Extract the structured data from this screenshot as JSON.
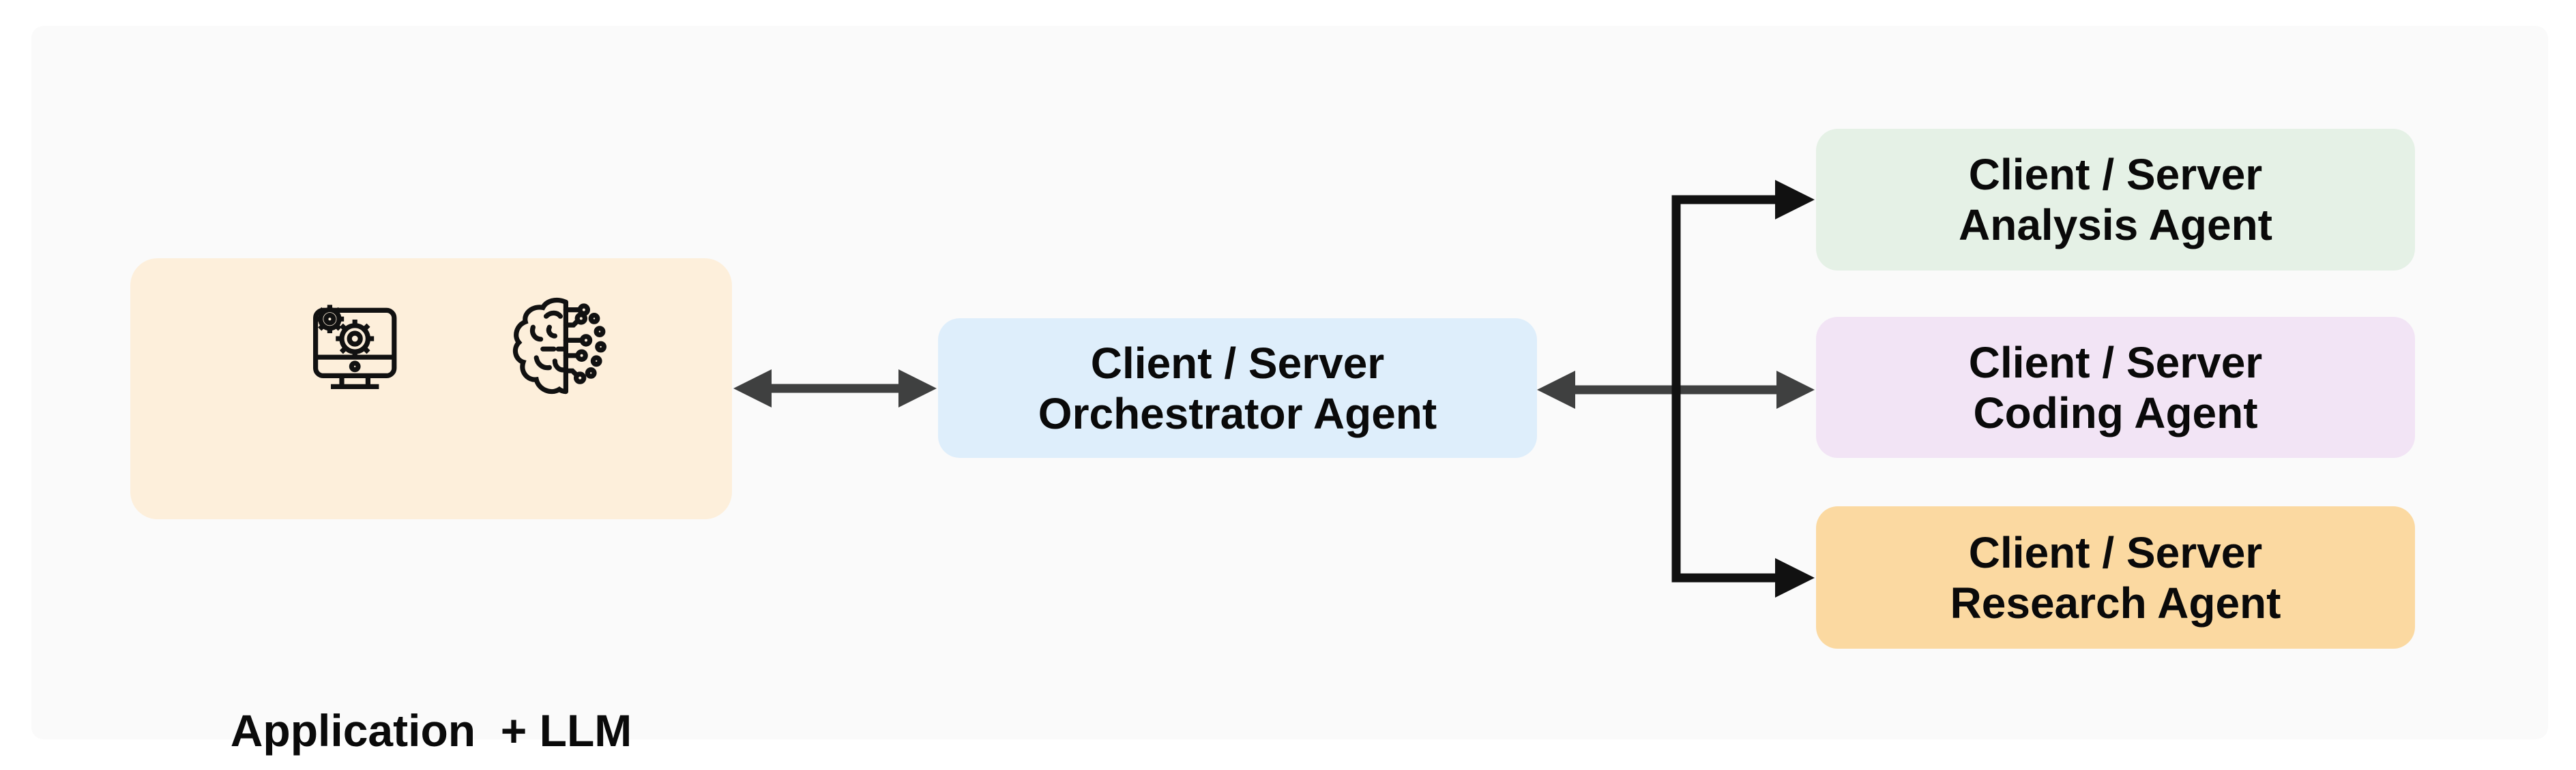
{
  "colors": {
    "page_bg": "#FFFFFF",
    "panel_bg": "#FAFAFA",
    "application_bg": "#FDEFDB",
    "orchestrator_bg": "#DEEEFB",
    "analysis_bg": "#E5F1E6",
    "coding_bg": "#F2E4F5",
    "research_bg": "#FBD9A1",
    "arrow_gray": "#3F4040",
    "arrow_black": "#111111",
    "text": "#0A0A0A"
  },
  "application": {
    "label": "Application  + LLM",
    "icons": [
      {
        "name": "app-gears-monitor-icon"
      },
      {
        "name": "ai-brain-circuit-icon"
      }
    ]
  },
  "orchestrator": {
    "line1": "Client / Server",
    "line2": "Orchestrator Agent"
  },
  "agents": [
    {
      "line1": "Client / Server",
      "line2": "Analysis Agent"
    },
    {
      "line1": "Client / Server",
      "line2": "Coding Agent"
    },
    {
      "line1": "Client / Server",
      "line2": "Research Agent"
    }
  ]
}
